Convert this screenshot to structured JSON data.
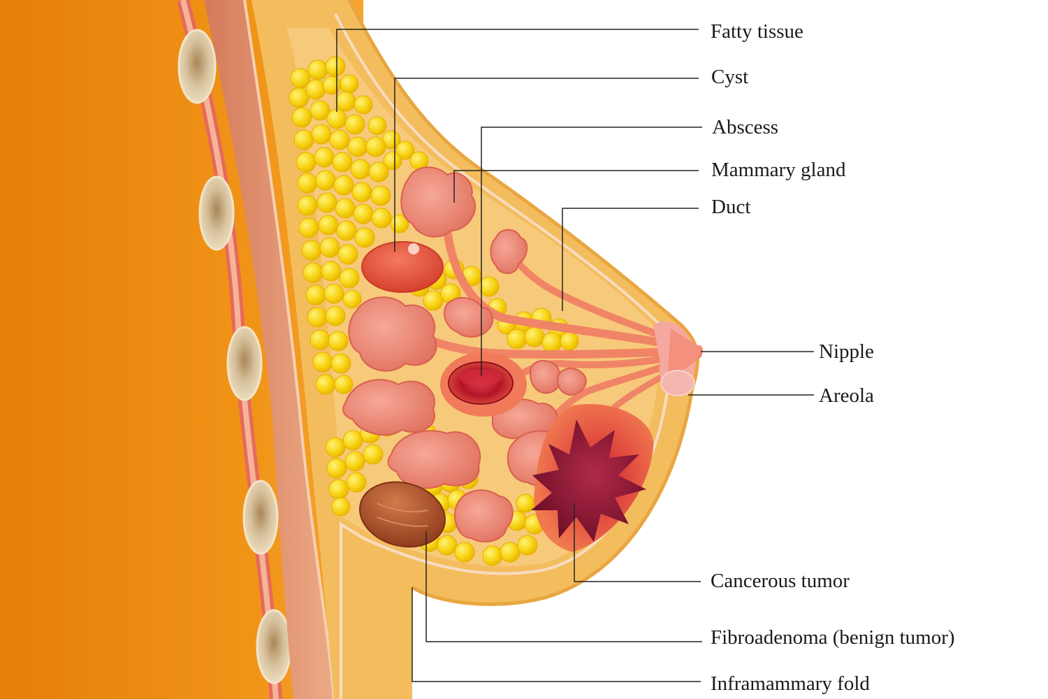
{
  "diagram": {
    "labels": {
      "fatty_tissue": "Fatty tissue",
      "cyst": "Cyst",
      "abscess": "Abscess",
      "mammary_gland": "Mammary gland",
      "duct": "Duct",
      "nipple": "Nipple",
      "areola": "Areola",
      "cancerous_tumor": "Cancerous tumor",
      "fibroadenoma": "Fibroadenoma (benign tumor)",
      "inframammary_fold": "Inframammary fold"
    },
    "colors": {
      "body": "#e8830c",
      "skin_fill": "#f3bd5e",
      "fat": "#f5d315",
      "gland": "#f08a7a",
      "cyst": "#e9503c",
      "abscess": "#b3142a",
      "tumor": "#8e1430",
      "fibroadenoma": "#b5552c",
      "leader_line": "#222222"
    }
  }
}
